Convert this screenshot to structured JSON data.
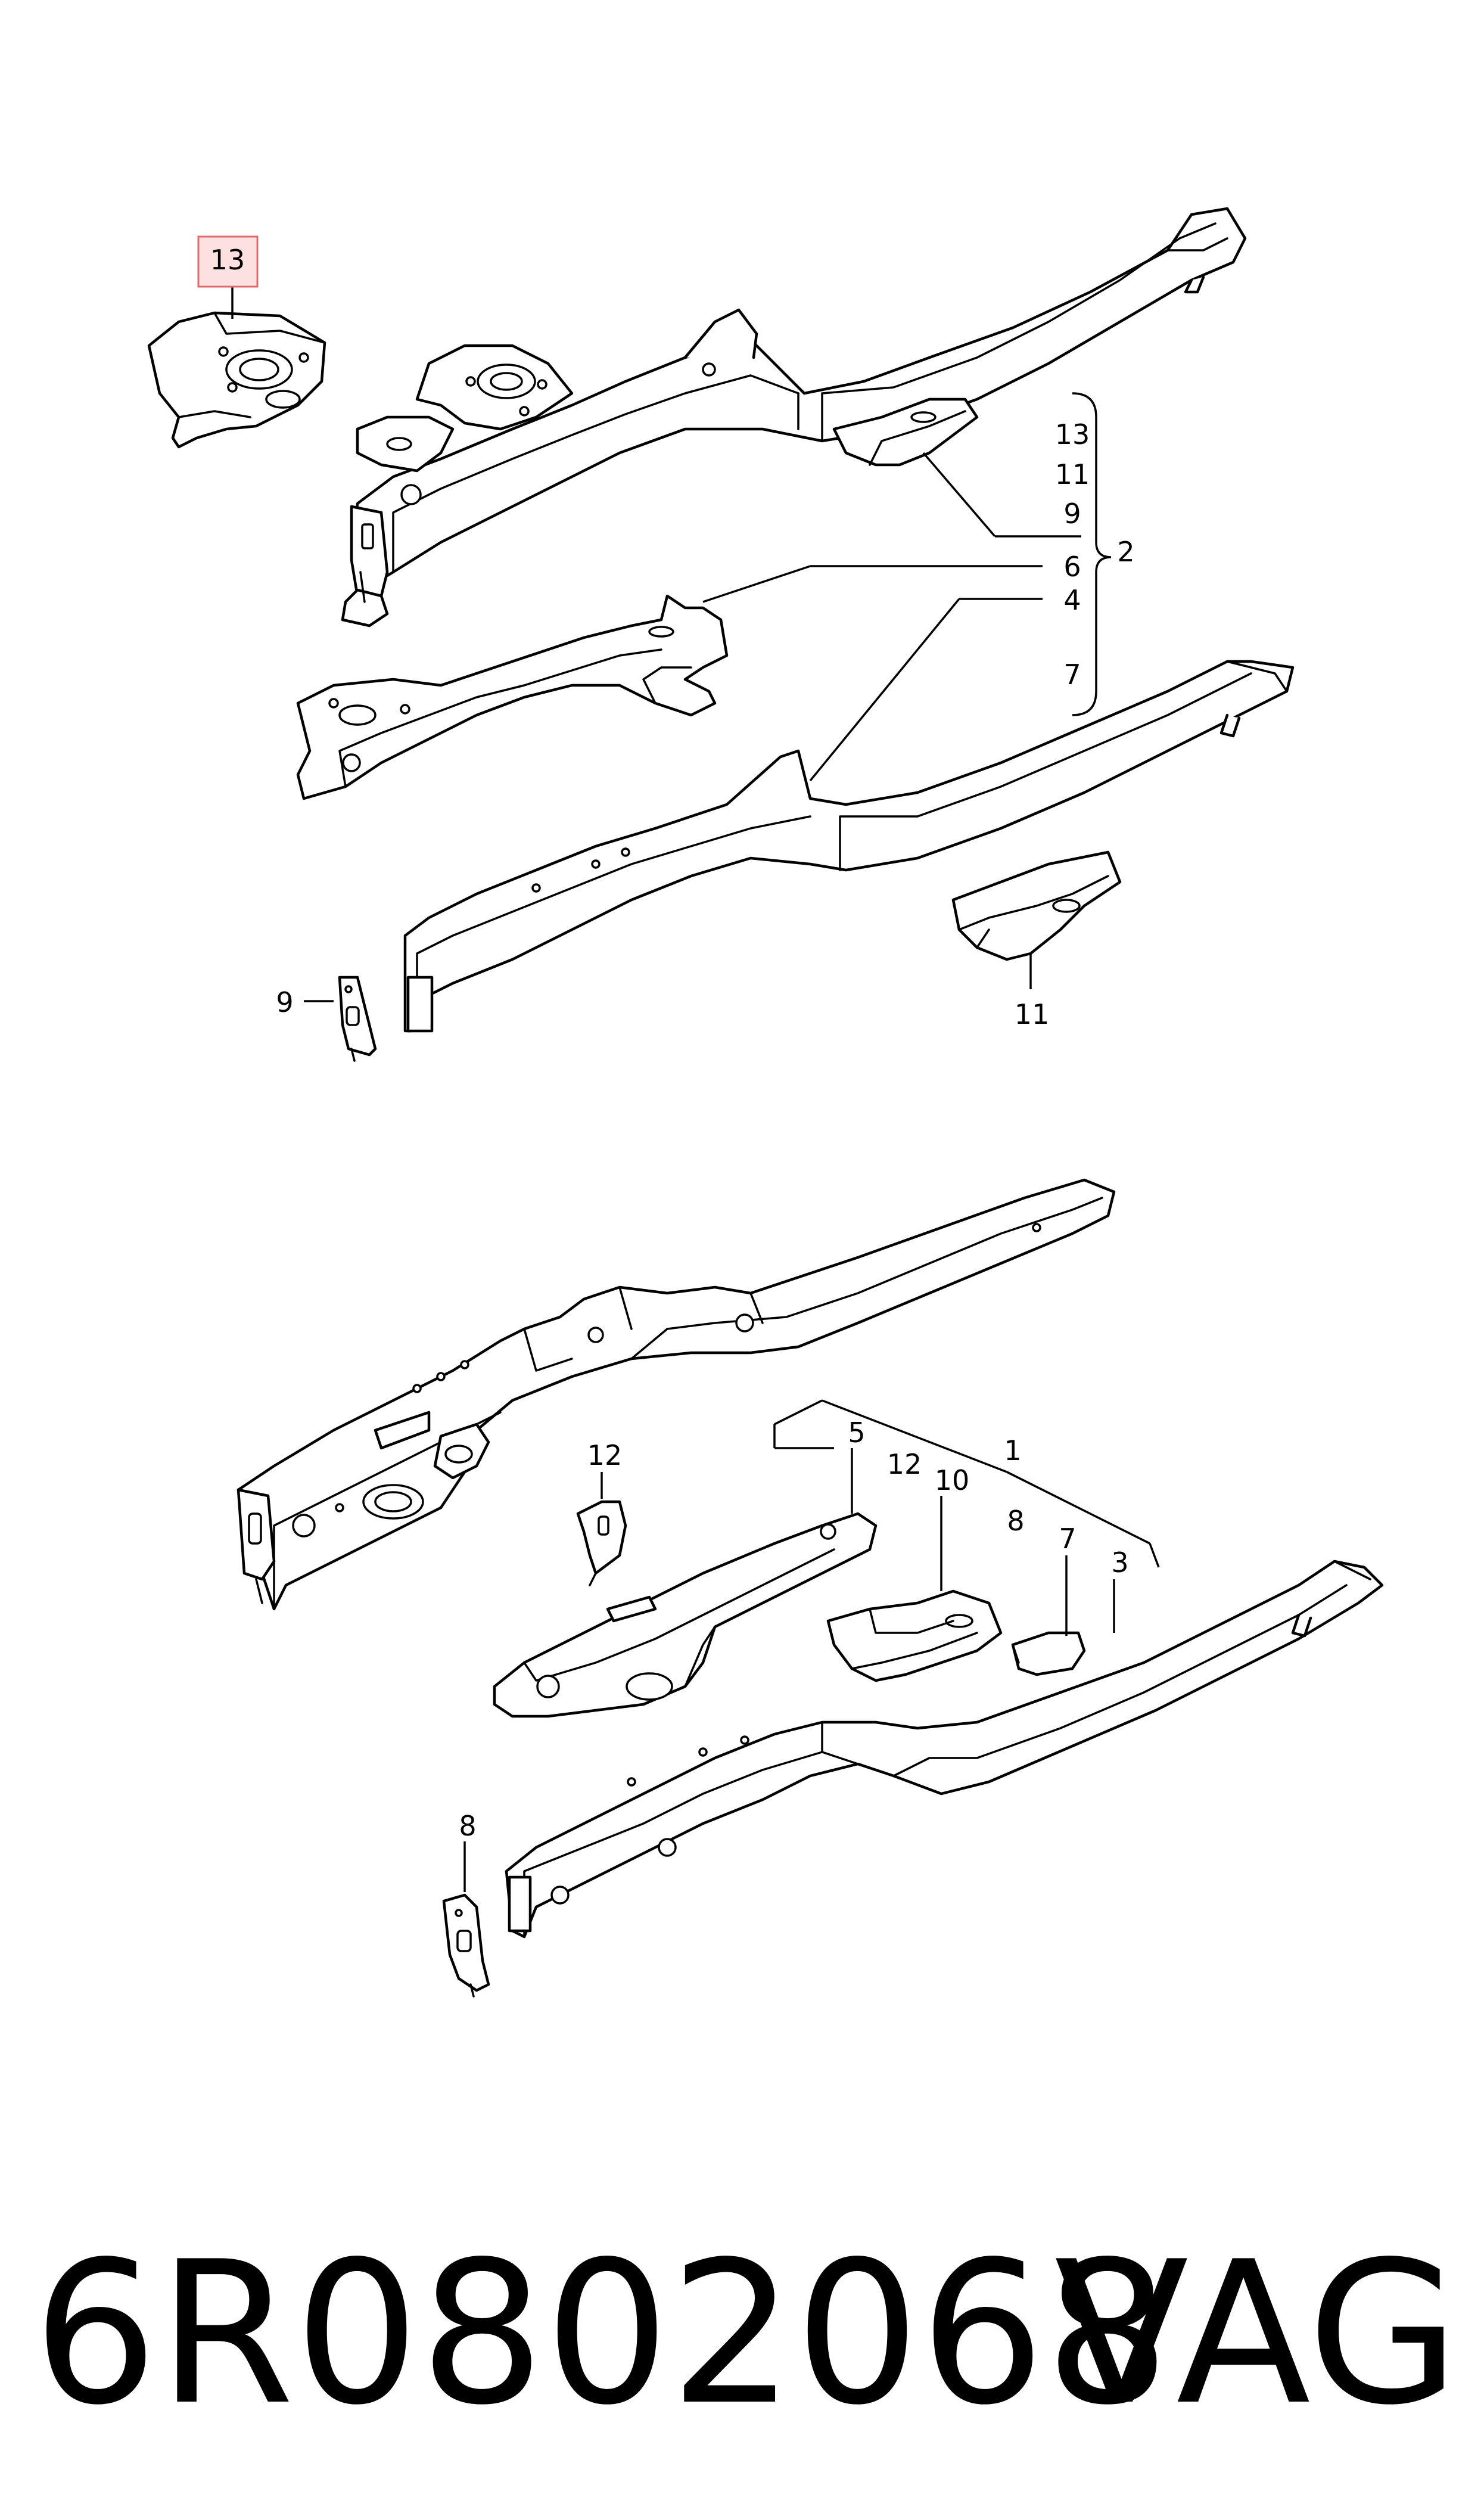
{
  "labels": {
    "highlight_13": "13",
    "group_13": "13",
    "group_11": "11",
    "group_9": "9",
    "group_6": "6",
    "group_4": "4",
    "group_7": "7",
    "group_2": "2",
    "part_9": "9",
    "part_11": "11",
    "part_12": "12",
    "part_5": "5",
    "part_12b": "12",
    "part_10": "10",
    "part_1": "1",
    "part_8a": "8",
    "part_7": "7",
    "part_3": "3",
    "part_8": "8"
  },
  "footer": {
    "part_number": "6R0802068",
    "brand": "VAG"
  },
  "colors": {
    "highlight_fill": "#fde0e0",
    "highlight_stroke": "#e06a6a"
  }
}
